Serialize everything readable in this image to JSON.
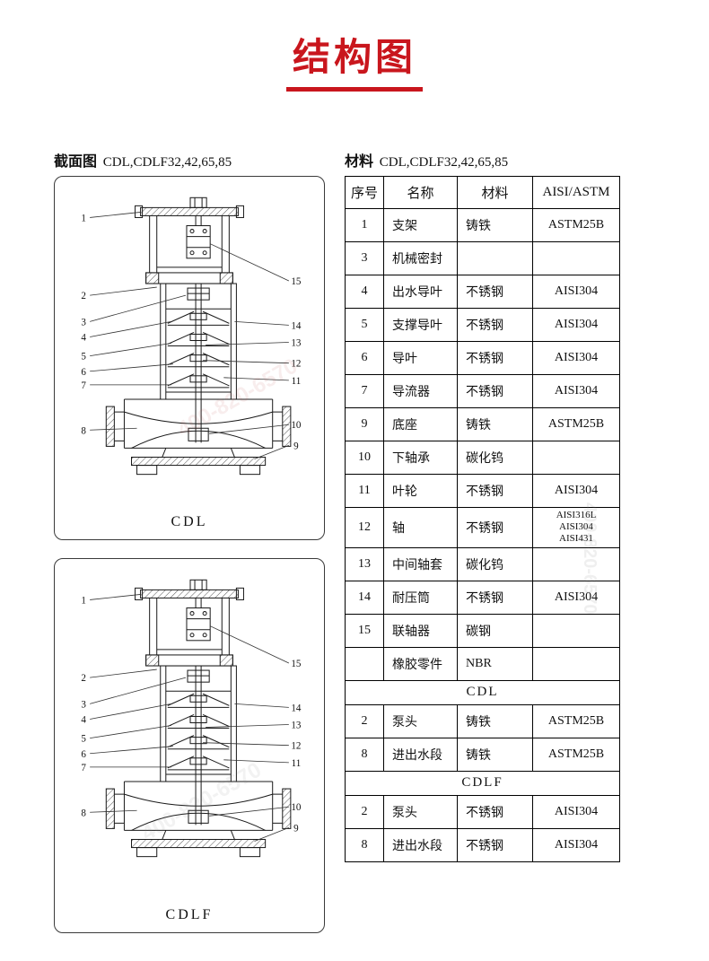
{
  "page": {
    "title": "结构图",
    "accent_color": "#c9161d",
    "watermark": "400-820-6570"
  },
  "section_view": {
    "label": "截面图",
    "models": "CDL,CDLF32,42,65,85",
    "diagrams": [
      {
        "caption": "CDL"
      },
      {
        "caption": "CDLF"
      }
    ],
    "callouts": {
      "left": [
        "1",
        "2",
        "3",
        "4",
        "5",
        "6",
        "7",
        "8"
      ],
      "right": [
        "15",
        "14",
        "13",
        "12",
        "11",
        "10",
        "9"
      ]
    }
  },
  "materials": {
    "label": "材料",
    "models": "CDL,CDLF32,42,65,85",
    "headers": [
      "序号",
      "名称",
      "材料",
      "AISI/ASTM"
    ],
    "rows": [
      {
        "type": "row",
        "cells": [
          "1",
          "支架",
          "铸铁",
          "ASTM25B"
        ]
      },
      {
        "type": "row",
        "cells": [
          "3",
          "机械密封",
          "",
          ""
        ]
      },
      {
        "type": "row",
        "cells": [
          "4",
          "出水导叶",
          "不锈钢",
          "AISI304"
        ]
      },
      {
        "type": "row",
        "cells": [
          "5",
          "支撑导叶",
          "不锈钢",
          "AISI304"
        ]
      },
      {
        "type": "row",
        "cells": [
          "6",
          "导叶",
          "不锈钢",
          "AISI304"
        ]
      },
      {
        "type": "row",
        "cells": [
          "7",
          "导流器",
          "不锈钢",
          "AISI304"
        ]
      },
      {
        "type": "row",
        "cells": [
          "9",
          "底座",
          "铸铁",
          "ASTM25B"
        ]
      },
      {
        "type": "row",
        "cells": [
          "10",
          "下轴承",
          "碳化钨",
          ""
        ]
      },
      {
        "type": "row",
        "cells": [
          "11",
          "叶轮",
          "不锈钢",
          "AISI304"
        ]
      },
      {
        "type": "row",
        "cells": [
          "12",
          "轴",
          "不锈钢",
          "AISI316L\nAISI304\nAISI431"
        ]
      },
      {
        "type": "row",
        "cells": [
          "13",
          "中间轴套",
          "碳化钨",
          ""
        ]
      },
      {
        "type": "row",
        "cells": [
          "14",
          "耐压筒",
          "不锈钢",
          "AISI304"
        ]
      },
      {
        "type": "row",
        "cells": [
          "15",
          "联轴器",
          "碳钢",
          ""
        ]
      },
      {
        "type": "row",
        "cells": [
          "",
          "橡胶零件",
          "NBR",
          ""
        ]
      },
      {
        "type": "span",
        "label": "CDL"
      },
      {
        "type": "row",
        "cells": [
          "2",
          "泵头",
          "铸铁",
          "ASTM25B"
        ]
      },
      {
        "type": "row",
        "cells": [
          "8",
          "进出水段",
          "铸铁",
          "ASTM25B"
        ]
      },
      {
        "type": "span",
        "label": "CDLF"
      },
      {
        "type": "row",
        "cells": [
          "2",
          "泵头",
          "不锈钢",
          "AISI304"
        ]
      },
      {
        "type": "row",
        "cells": [
          "8",
          "进出水段",
          "不锈钢",
          "AISI304"
        ]
      }
    ]
  }
}
